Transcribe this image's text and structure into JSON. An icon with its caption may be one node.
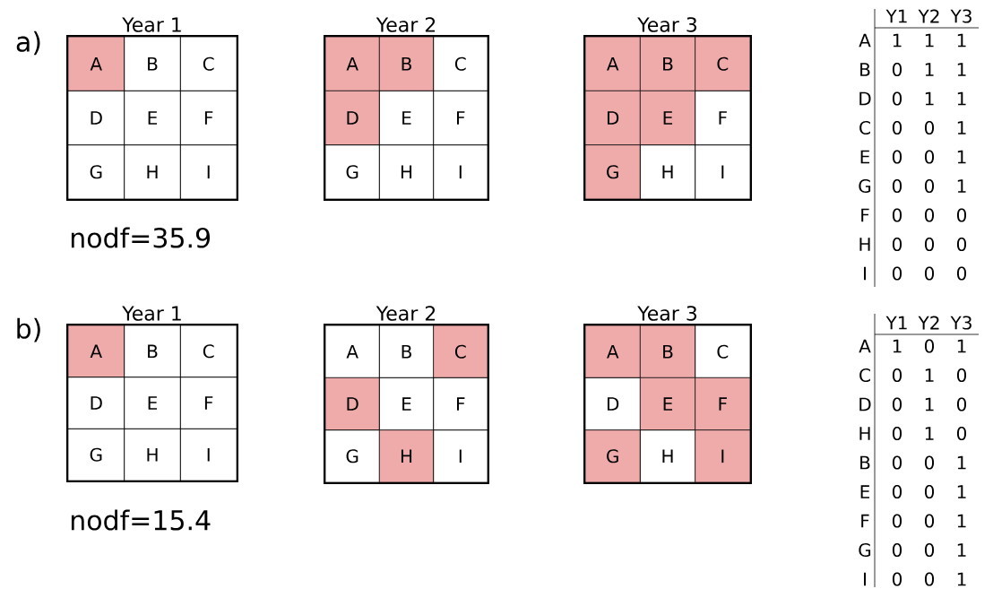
{
  "diagram": {
    "nodes": [
      {
        "text": [
          "Year 1"
        ]
      },
      {
        "text": [
          "A"
        ],
        "in": 0
      },
      {
        "text": [
          "B"
        ],
        "in": 0
      },
      {
        "text": [
          "C"
        ],
        "in": 0
      },
      {
        "text": [
          "D"
        ],
        "in": 0
      },
      {
        "text": [
          "E"
        ],
        "in": 0
      },
      {
        "text": [
          "F"
        ],
        "in": 0
      },
      {
        "text": [
          "G"
        ],
        "in": 0
      },
      {
        "text": [
          "H"
        ],
        "in": 0
      },
      {
        "text": [
          "I"
        ],
        "in": 0
      },
      {
        "text": [
          "Year 2"
        ]
      },
      {
        "text": [
          "A"
        ],
        "in": 10
      },
      {
        "text": [
          "B"
        ],
        "in": 10
      },
      {
        "text": [
          "C"
        ],
        "in": 10
      },
      {
        "text": [
          "D"
        ],
        "in": 10
      },
      {
        "text": [
          "E"
        ],
        "in": 10
      },
      {
        "text": [
          "F"
        ],
        "in": 10
      },
      {
        "text": [
          "G"
        ],
        "in": 10
      },
      {
        "text": [
          "H"
        ],
        "in": 10
      },
      {
        "text": [
          "I"
        ],
        "in": 10
      },
      {
        "text": [
          "Year 3"
        ]
      },
      {
        "text": [
          "A"
        ],
        "in": 20
      },
      {
        "text": [
          "B"
        ],
        "in": 20
      },
      {
        "text": [
          "C"
        ],
        "in": 20
      },
      {
        "text": [
          "D"
        ],
        "in": 20
      },
      {
        "text": [
          "E"
        ],
        "in": 20
      },
      {
        "text": [
          "F"
        ],
        "in": 20
      },
      {
        "text": [
          "G"
        ],
        "in": 20
      },
      {
        "text": [
          "H"
        ],
        "in": 20
      },
      {
        "text": [
          "I"
        ],
        "in": 20
      },
      {
        "text": [
          "Year 1"
        ]
      },
      {
        "text": [
          "A"
        ],
        "in": 30
      },
      {
        "text": [
          "B"
        ],
        "in": 30
      },
      {
        "text": [
          "C"
        ],
        "in": 30
      },
      {
        "text": [
          "D"
        ],
        "in": 30
      },
      {
        "text": [
          "E"
        ],
        "in": 30
      },
      {
        "text": [
          "F"
        ],
        "in": 30
      },
      {
        "text": [
          "G"
        ],
        "in": 30
      },
      {
        "text": [
          "H"
        ],
        "in": 30
      },
      {
        "text": [
          "I"
        ],
        "in": 30
      },
      {
        "text": [
          "Year 2"
        ]
      },
      {
        "text": [
          "A"
        ],
        "in": 40
      },
      {
        "text": [
          "B"
        ],
        "in": 40
      },
      {
        "text": [
          "C"
        ],
        "in": 40
      },
      {
        "text": [
          "D"
        ],
        "in": 40
      },
      {
        "text": [
          "E"
        ],
        "in": 40
      },
      {
        "text": [
          "F"
        ],
        "in": 40
      },
      {
        "text": [
          "G"
        ],
        "in": 40
      },
      {
        "text": [
          "H"
        ],
        "in": 40
      },
      {
        "text": [
          "I"
        ],
        "in": 40
      },
      {
        "text": [
          "Year 3"
        ]
      },
      {
        "text": [
          "A"
        ],
        "in": 50
      },
      {
        "text": [
          "B"
        ],
        "in": 50
      },
      {
        "text": [
          "C"
        ],
        "in": 50
      },
      {
        "text": [
          "D"
        ],
        "in": 50
      },
      {
        "text": [
          "E"
        ],
        "in": 50
      },
      {
        "text": [
          "F"
        ],
        "in": 50
      },
      {
        "text": [
          "G"
        ],
        "in": 50
      },
      {
        "text": [
          "H"
        ],
        "in": 50
      },
      {
        "text": [
          "I"
        ],
        "in": 50
      }
    ],
    "labels": [
      "a)",
      "nodf=35.9",
      "Y1",
      "Y2",
      "Y3",
      "A",
      "1",
      "1",
      "1",
      "B",
      "0",
      "1",
      "1",
      "D",
      "0",
      "1",
      "1",
      "C",
      "0",
      "0",
      "1",
      "E",
      "0",
      "0",
      "1",
      "G",
      "0",
      "0",
      "1",
      "F",
      "0",
      "0",
      "0",
      "H",
      "0",
      "0",
      "0",
      "I",
      "0",
      "0",
      "0",
      "b)",
      "nodf=15.4",
      "Y1",
      "Y2",
      "Y3",
      "A",
      "1",
      "0",
      "1",
      "C",
      "0",
      "1",
      "0",
      "D",
      "0",
      "1",
      "0",
      "H",
      "0",
      "1",
      "0",
      "B",
      "0",
      "0",
      "1",
      "E",
      "0",
      "0",
      "1",
      "F",
      "0",
      "0",
      "1",
      "G",
      "0",
      "0",
      "1",
      "I",
      "0",
      "0",
      "1"
    ]
  }
}
